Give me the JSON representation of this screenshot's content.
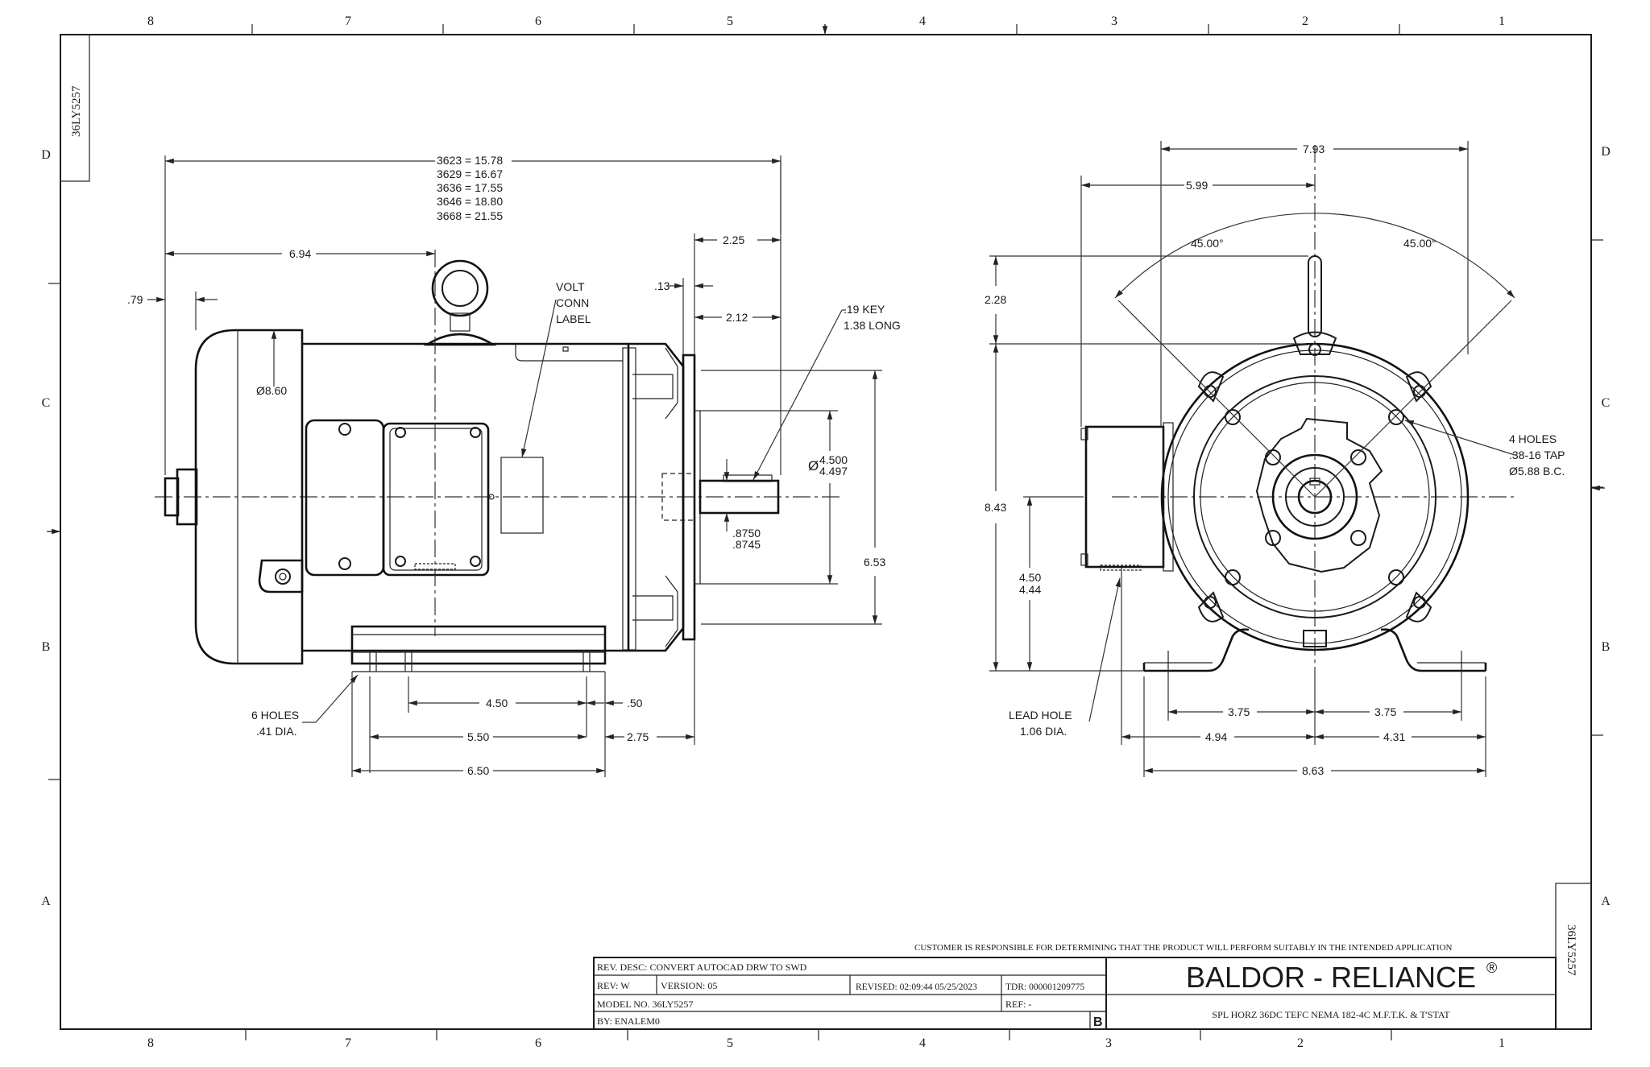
{
  "border": {
    "cols_top": [
      "8",
      "7",
      "6",
      "5",
      "4",
      "3",
      "2",
      "1"
    ],
    "cols_bottom": [
      "8",
      "7",
      "6",
      "5",
      "4",
      "3",
      "2",
      "1"
    ],
    "rows_left": [
      "D",
      "C",
      "B",
      "A"
    ],
    "rows_right": [
      "D",
      "C",
      "B",
      "A"
    ],
    "drawing_id": "36LY5257"
  },
  "side_view": {
    "length_table": [
      "3623 = 15.78",
      "3629 = 16.67",
      "3636 = 17.55",
      "3646 = 18.80",
      "3668 = 21.55"
    ],
    "dim_694": "6.94",
    "dim_079": ".79",
    "dim_diam860": "Ø8.60",
    "volt_label": [
      "VOLT",
      "CONN",
      "LABEL"
    ],
    "dim_013": ".13",
    "dim_225": "2.25",
    "dim_212": "2.12",
    "key": [
      ".19 KEY",
      "1.38 LONG"
    ],
    "pilot_diam": [
      "4.500",
      "4.497"
    ],
    "diam_symbol": "Ø",
    "shaft_diam": [
      ".8750",
      ".8745"
    ],
    "dim_653": "6.53",
    "holes": [
      "6 HOLES",
      ".41 DIA."
    ],
    "dim_450": "4.50",
    "dim_050": ".50",
    "dim_550": "5.50",
    "dim_275": "2.75",
    "dim_650": "6.50"
  },
  "end_view": {
    "dim_793": "7.93",
    "dim_599": "5.99",
    "angle_left": "45.00°",
    "angle_right": "45.00°",
    "dim_228": "2.28",
    "dim_843": "8.43",
    "dim_shaft_height": [
      "4.50",
      "4.44"
    ],
    "tap_note": [
      "4 HOLES",
      ".38-16 TAP",
      "Ø5.88 B.C."
    ],
    "lead_hole": [
      "LEAD HOLE",
      "1.06 DIA."
    ],
    "dim_375_left": "3.75",
    "dim_375_right": "3.75",
    "dim_494": "4.94",
    "dim_431": "4.31",
    "dim_863": "8.63"
  },
  "title_block": {
    "disclaimer": "CUSTOMER IS RESPONSIBLE FOR DETERMINING THAT THE PRODUCT WILL PERFORM SUITABLY IN THE INTENDED APPLICATION",
    "rev_desc": "REV. DESC: CONVERT AUTOCAD DRW TO SWD",
    "rev": "REV:  W",
    "version": "VERSION:  05",
    "revised": "REVISED:  02:09:44 05/25/2023",
    "tdr": "TDR: 000001209775",
    "model_no": "MODEL NO.  36LY5257",
    "ref": "REF:  -",
    "by": "BY: ENALEM0",
    "sheet_letter": "B",
    "brand": "BALDOR - RELIANCE",
    "registered": "®",
    "description": "SPL HORZ 36DC TEFC NEMA 182-4C M.F.T.K. & T'STAT"
  }
}
